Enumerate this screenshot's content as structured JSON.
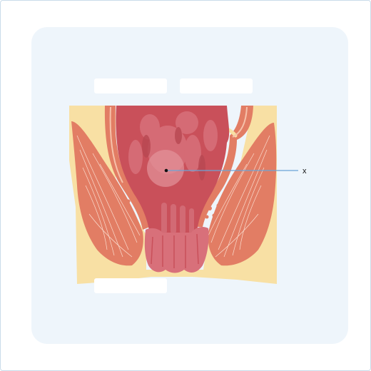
{
  "diagram": {
    "pointer_label": "x",
    "label_boxes": [
      {
        "name": "label-box-top-left",
        "text": ""
      },
      {
        "name": "label-box-top-right",
        "text": ""
      },
      {
        "name": "label-box-bottom",
        "text": ""
      }
    ]
  },
  "colors": {
    "frame_border": "#c9dcea",
    "card_background": "#eef5fb",
    "fat": "#f8e0a4",
    "muscle": "#e27d64",
    "mucosa": "#c9505a",
    "pointer_line": "#6aa5d8"
  }
}
